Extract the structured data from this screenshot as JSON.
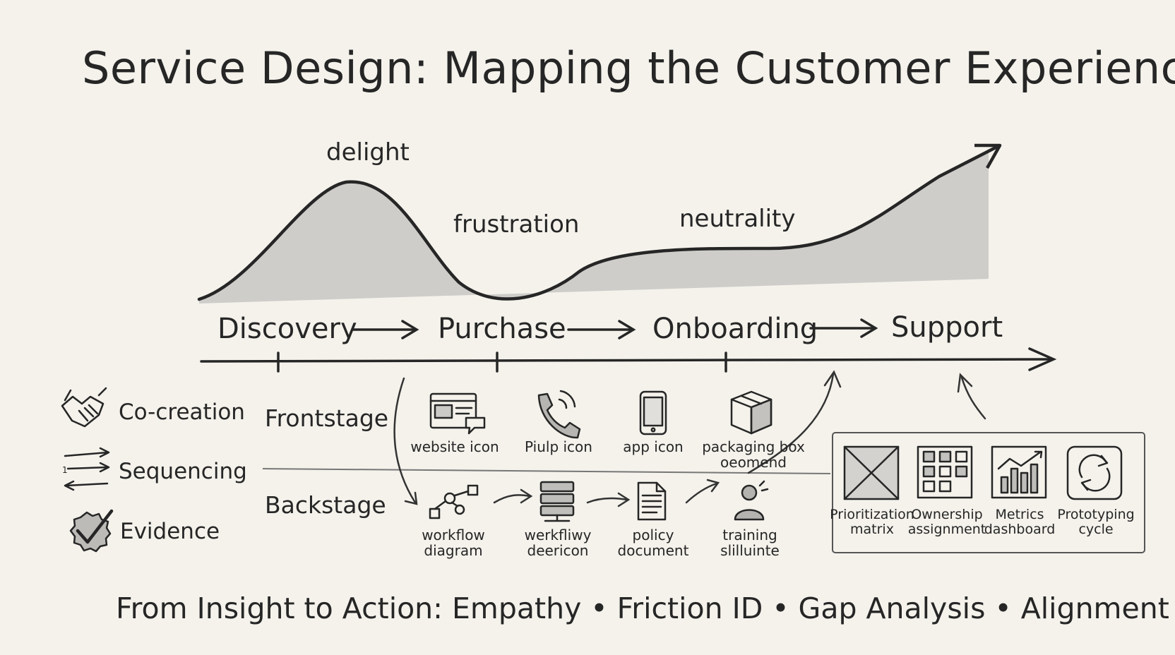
{
  "title": "Service Design: Mapping the Customer Experience",
  "emotion_curve": {
    "peak_label": "delight",
    "dip_label": "frustration",
    "plateau_label": "neutrality"
  },
  "stages": [
    "Discovery",
    "Purchase",
    "Onboarding",
    "Support"
  ],
  "principles": [
    {
      "label": "Co-creation",
      "icon": "handshake-icon"
    },
    {
      "label": "Sequencing",
      "icon": "sequencing-arrows-icon"
    },
    {
      "label": "Evidence",
      "icon": "checkmark-badge-icon"
    }
  ],
  "lanes": {
    "frontstage": "Frontstage",
    "backstage": "Backstage"
  },
  "frontstage_items": [
    {
      "label": "website icon",
      "icon": "website-icon"
    },
    {
      "label": "Piulp icon",
      "icon": "phone-icon"
    },
    {
      "label": "app icon",
      "icon": "mobile-app-icon"
    },
    {
      "label": "packaging box\noeomend",
      "icon": "packaging-box-icon"
    }
  ],
  "backstage_items": [
    {
      "label": "workflow\ndiagram",
      "icon": "workflow-diagram-icon"
    },
    {
      "label": "werkfliwy\ndeericon",
      "icon": "server-stack-icon"
    },
    {
      "label": "policy\ndocument",
      "icon": "policy-document-icon"
    },
    {
      "label": "training\nslilluinte",
      "icon": "person-silhouette-icon"
    }
  ],
  "tools": [
    {
      "label": "Prioritization\nmatrix",
      "icon": "prioritization-matrix-icon"
    },
    {
      "label": "Ownership\nassignment",
      "icon": "ownership-grid-icon"
    },
    {
      "label": "Metrics\ndashboard",
      "icon": "metrics-chart-icon"
    },
    {
      "label": "Prototyping\ncycle",
      "icon": "cycle-arrows-icon"
    }
  ],
  "footer": {
    "lead": "From Insight to Action:",
    "items": [
      "Empathy",
      "Friction ID",
      "Gap Analysis",
      "Alignment"
    ],
    "separator": "•"
  },
  "colors": {
    "paper": "#f4f2eb",
    "ink": "#262626",
    "shade": "#8a8a8a"
  }
}
